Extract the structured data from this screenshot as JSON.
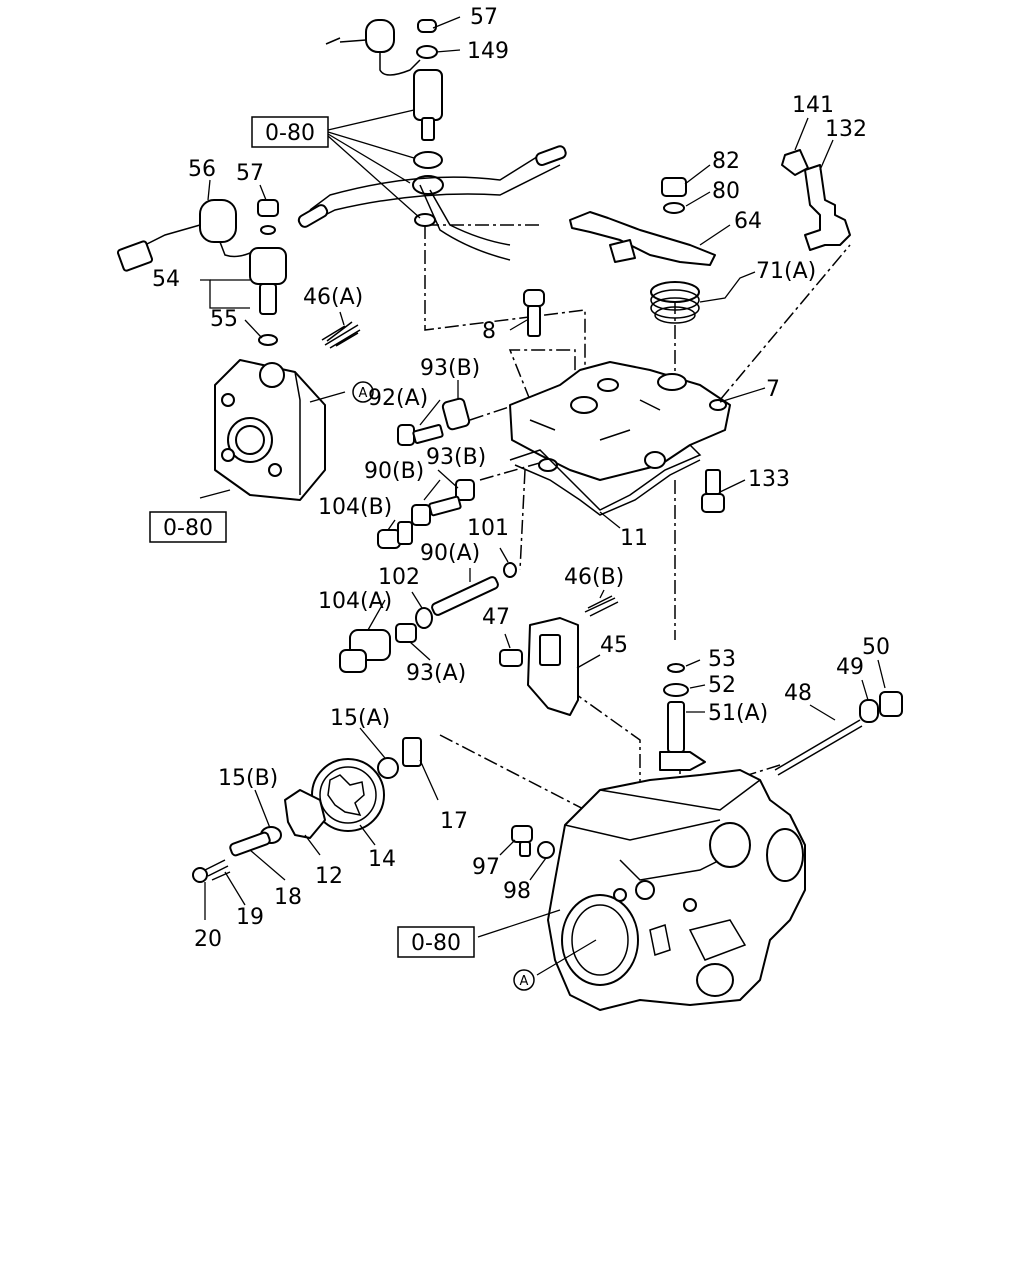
{
  "labels": {
    "l57a": "57",
    "l149": "149",
    "l56": "56",
    "l57b": "57",
    "l54": "54",
    "l55": "55",
    "l46a": "46(A)",
    "l141": "141",
    "l132": "132",
    "l82": "82",
    "l80": "80",
    "l64": "64",
    "l71a": "71(A)",
    "l8": "8",
    "l93b1": "93(B)",
    "l92a": "92(A)",
    "l7": "7",
    "l90b": "90(B)",
    "l93b2": "93(B)",
    "l104b": "104(B)",
    "l11": "11",
    "l133": "133",
    "l101": "101",
    "l90a": "90(A)",
    "l102": "102",
    "l46b": "46(B)",
    "l104a": "104(A)",
    "l47": "47",
    "l45": "45",
    "l93a": "93(A)",
    "l53": "53",
    "l52": "52",
    "l51a": "51(A)",
    "l48": "48",
    "l49": "49",
    "l50": "50",
    "l15a": "15(A)",
    "l15b": "15(B)",
    "l17": "17",
    "l12": "12",
    "l14": "14",
    "l18": "18",
    "l97": "97",
    "l98": "98",
    "l19": "19",
    "l20": "20"
  },
  "refs": {
    "r1": "0-80",
    "r2": "0-80",
    "r3": "0-80"
  },
  "circles": {
    "c1": "A",
    "c2": "A"
  }
}
